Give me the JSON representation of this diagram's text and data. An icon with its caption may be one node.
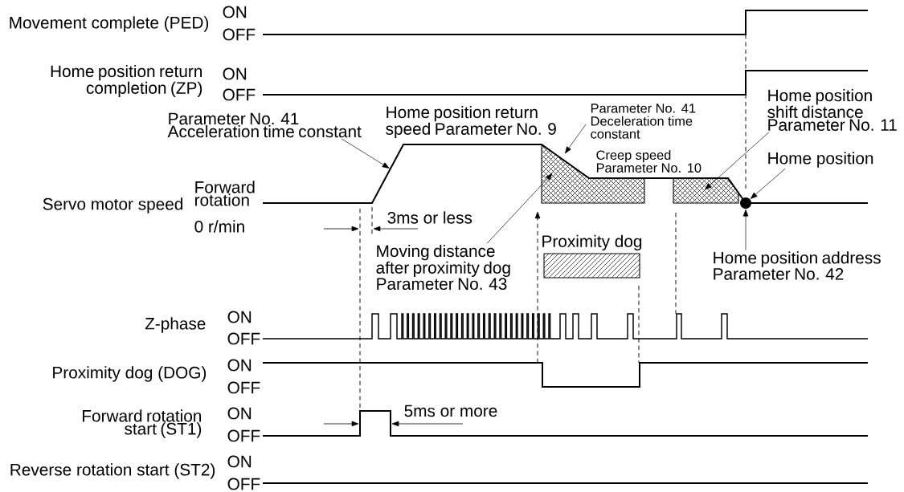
{
  "diagram": {
    "nodes": [
      {
        "text": [
          "Parameter No. 41 Acceleration time constant"
        ]
      },
      {
        "text": [
          "Parameter No. 41 Deceleration time constant"
        ]
      },
      {
        "text": [
          "Home position shift distance Parameter No. 11"
        ]
      },
      {
        "text": [
          "Home position"
        ]
      },
      {
        "text": [],
        "shape": "circle"
      },
      {
        "text": [
          "Moving distance after proximity dog Parameter No. 43"
        ]
      },
      {
        "text": [
          "Proximity dog"
        ]
      },
      {
        "text": [
          "Home position address Parameter No. 42"
        ]
      },
      {
        "text": [],
        "shape": "polygon"
      },
      {
        "text": [],
        "shape": "polygon"
      }
    ],
    "edges": [
      {
        "from": 0,
        "to": null,
        "arrow": "to"
      },
      {
        "from": 1,
        "to": 8,
        "arrow": "to"
      },
      {
        "from": 2,
        "to": 9,
        "arrow": "to"
      },
      {
        "from": 3,
        "to": 4,
        "arrow": "to"
      },
      {
        "from": 5,
        "to": 8,
        "arrow": "to"
      },
      {
        "from": 7,
        "to": 4,
        "arrow": "to"
      }
    ],
    "labels": [
      "Movement complete (PED)",
      "ON",
      "OFF",
      "Home position return completion (ZP)",
      "ON",
      "OFF",
      "Home position return speed Parameter No. 9",
      "Creep speed Parameter No. 10",
      "Servo motor speed",
      "Forward rotation",
      "0 r/min",
      "3ms or less",
      "Z-phase",
      "ON",
      "OFF",
      "Proximity dog (DOG)",
      "ON",
      "OFF",
      "Forward rotation start (ST1)",
      "ON",
      "OFF",
      "5ms or more",
      "Reverse rotation start (ST2)",
      "ON",
      "OFF"
    ]
  }
}
